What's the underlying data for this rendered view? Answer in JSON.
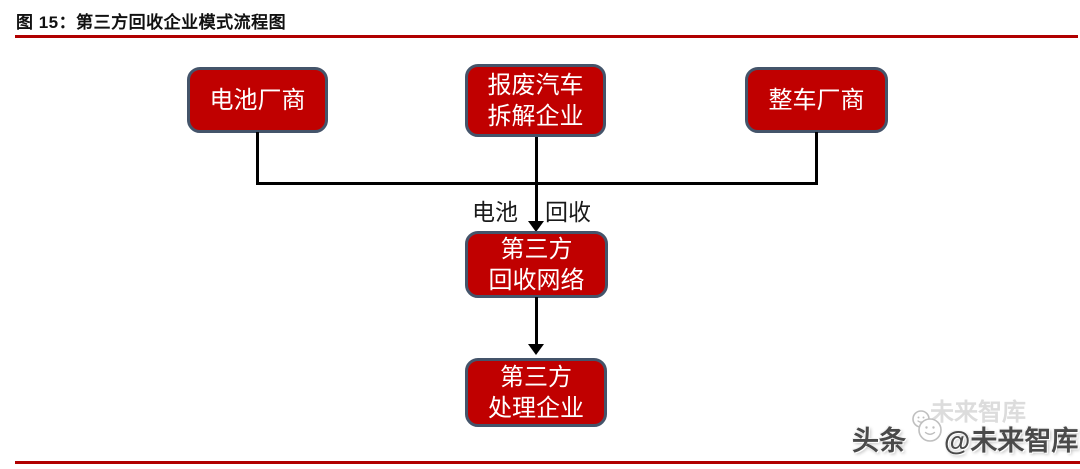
{
  "figure": {
    "title": "图 15：第三方回收企业模式流程图"
  },
  "nodes": {
    "battery_maker": {
      "line1": "电池厂商",
      "line2": ""
    },
    "dismantler": {
      "line1": "报废汽车",
      "line2": "拆解企业"
    },
    "oem": {
      "line1": "整车厂商",
      "line2": ""
    },
    "recycle_network": {
      "line1": "第三方",
      "line2": "回收网络"
    },
    "processor": {
      "line1": "第三方",
      "line2": "处理企业"
    }
  },
  "edge_label": {
    "left": "电池",
    "right": "回收"
  },
  "watermark": {
    "prefix": "头条",
    "handle": "@未来智库",
    "ghost": "未来智库",
    "logo": "smiley-faces-logo"
  },
  "colors": {
    "box_fill": "#c00000",
    "box_border": "#44546a",
    "rule": "#b00000",
    "connector": "#000000",
    "box_text": "#ffffff"
  }
}
